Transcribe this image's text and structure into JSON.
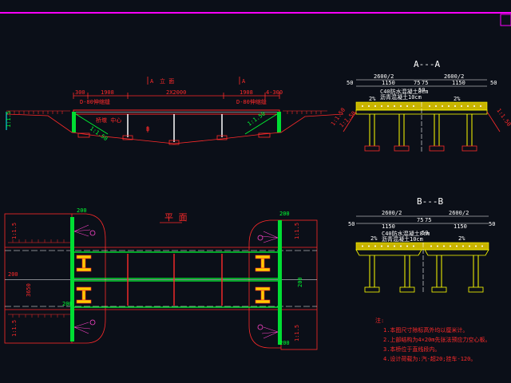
{
  "elevation": {
    "title": "立 面",
    "section_mark": "A",
    "dims": [
      "300",
      "1908",
      "2X2000",
      "1908",
      "4-300"
    ],
    "abutment_left": "D-80伸缩缝",
    "abutment_right": "D-80伸缩缝",
    "slope": "1:1.50",
    "slope_left": "1:1.5",
    "center_mark": "B",
    "center_note": "桥墩 中心"
  },
  "plan": {
    "title": "平 面",
    "dims_top": "200",
    "dims_bottom": "200",
    "width_left": "3650",
    "width_right": "200",
    "slope_a": "1:1.5",
    "slope_b": "1:1.5",
    "slope_c": "1:1.5",
    "slope_d": "1:1.5",
    "dim_left_mid": "200"
  },
  "section_a": {
    "title": "A---A",
    "dims_top": [
      "2600/2",
      "2600/2"
    ],
    "dims_sub": [
      "50",
      "1150",
      "75",
      "75",
      "1150",
      "50"
    ],
    "center": "50",
    "slope_left": "2%",
    "slope_right": "2%",
    "layer1": "C40防水混凝土8cm",
    "layer2": "沥青混凝土10cm",
    "side_slope": "1:1.50"
  },
  "section_b": {
    "title": "B---B",
    "dims_top": [
      "2600/2",
      "2600/2"
    ],
    "dims_sub": [
      "50",
      "1150",
      "75",
      "75",
      "1150",
      "50"
    ],
    "center": "50",
    "slope_left": "2%",
    "slope_right": "2%",
    "layer1": "C40防水混凝土8cm",
    "layer2": "沥青混凝土10cm"
  },
  "notes": {
    "heading": "注:",
    "items": [
      "1.本图尺寸除标高外均以厘米计。",
      "2.上部结构为4×20m先张法预应力空心板。",
      "3.本桥位于直线段内。",
      "4.设计荷载为:汽-超20;挂车-120。"
    ]
  }
}
